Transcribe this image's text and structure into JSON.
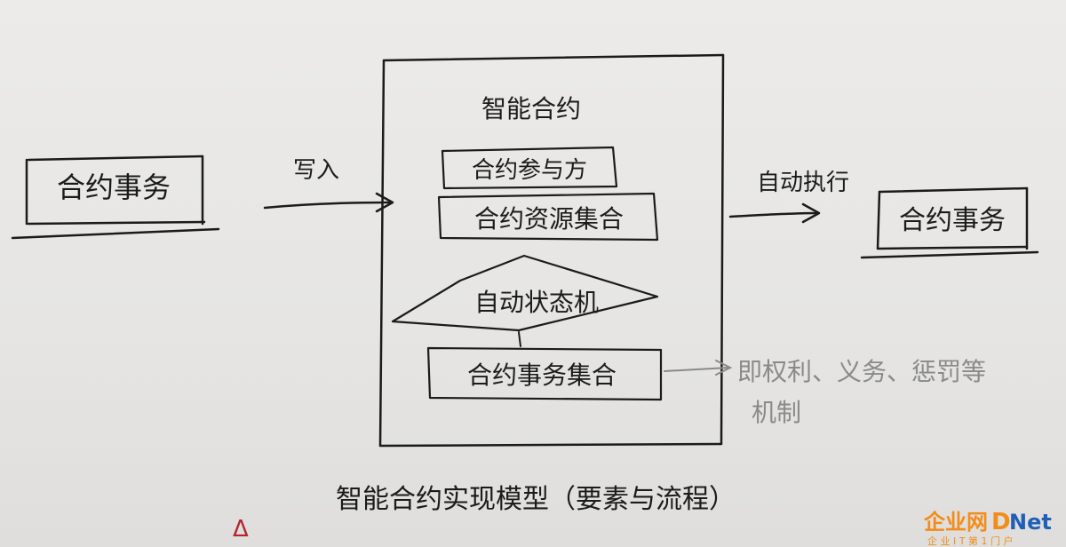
{
  "diagram": {
    "left_box": {
      "label": "合约事务"
    },
    "write_arrow": {
      "label": "写入"
    },
    "container": {
      "title": "智能合约",
      "parties": "合约参与方",
      "resources": "合约资源集合",
      "state_machine": "自动状态机",
      "transactions": "合约事务集合"
    },
    "execute_arrow": {
      "label": "自动执行"
    },
    "right_box": {
      "label": "合约事务"
    },
    "note": {
      "line1": "即权利、义务、惩罚等",
      "line2": "机制"
    },
    "caption": "智能合约实现模型（要素与流程）",
    "mark": "Δ"
  },
  "watermark": {
    "brand_cn": "企业网",
    "brand_en_d": "D",
    "brand_en_rest": "Net",
    "subtitle": "企 业 I T 第 1 门 户"
  },
  "colors": {
    "ink": "#1b1b1b",
    "pencil": "#8a8a8a",
    "mark": "#b3262b",
    "watermark_orange": "#f28c1a",
    "watermark_blue": "#1f5fb8"
  }
}
